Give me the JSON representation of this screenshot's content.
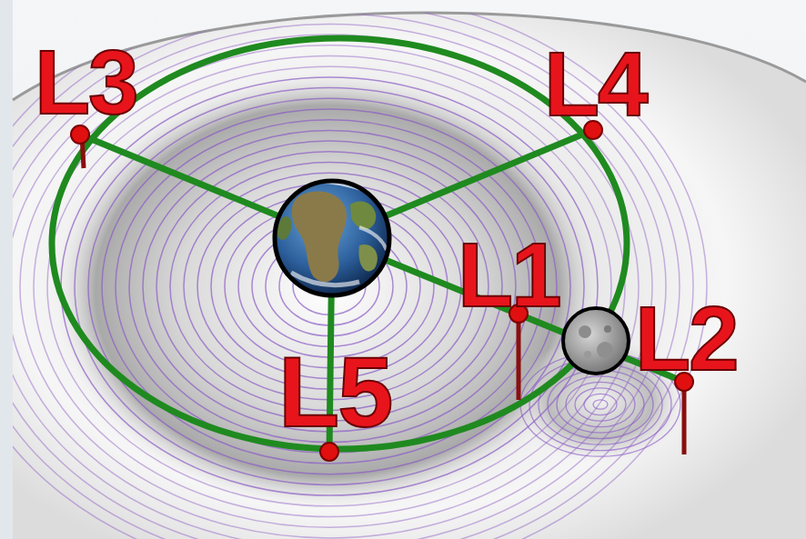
{
  "diagram": {
    "labels": [
      "L3",
      "L4",
      "L1",
      "L2",
      "L5"
    ]
  }
}
